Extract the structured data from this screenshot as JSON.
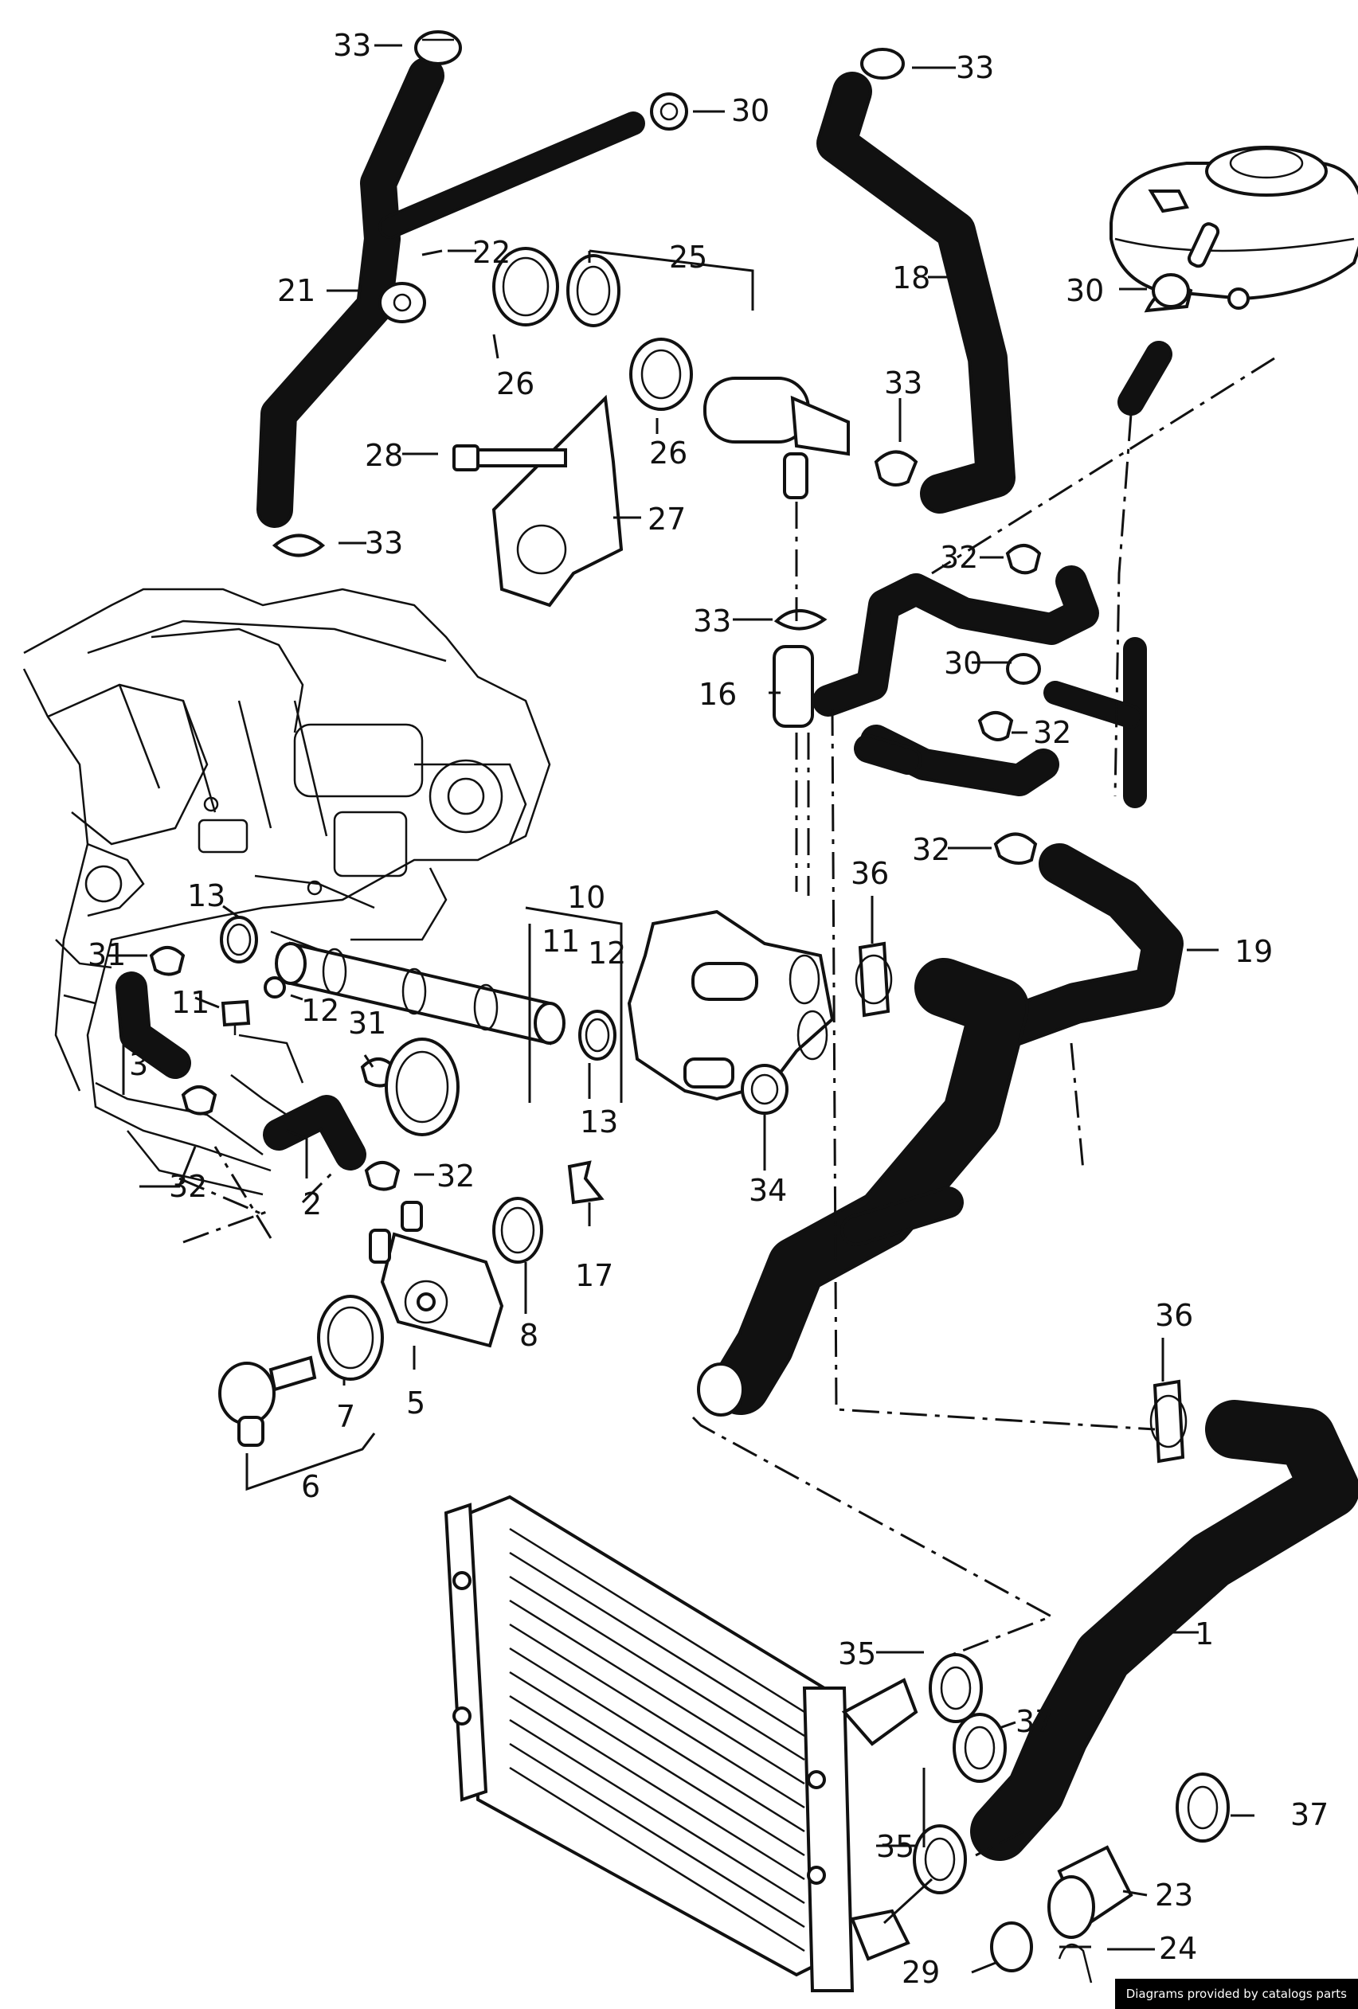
{
  "labels": {
    "l1": "1",
    "l2": "2",
    "l3": "3",
    "l5": "5",
    "l6": "6",
    "l7": "7",
    "l8": "8",
    "l10": "10",
    "l11a": "11",
    "l11b": "11",
    "l12a": "12",
    "l12b": "12",
    "l13a": "13",
    "l13b": "13",
    "l16": "16",
    "l17": "17",
    "l18": "18",
    "l19": "19",
    "l21": "21",
    "l22": "22",
    "l23": "23",
    "l24": "24",
    "l25": "25",
    "l26a": "26",
    "l26b": "26",
    "l27": "27",
    "l28": "28",
    "l29": "29",
    "l30a": "30",
    "l30b": "30",
    "l30c": "30",
    "l31a": "31",
    "l31b": "31",
    "l32a": "32",
    "l32b": "32",
    "l32c": "32",
    "l32d": "32",
    "l32e": "32",
    "l33a": "33",
    "l33b": "33",
    "l33c": "33",
    "l33d": "33",
    "l33e": "33",
    "l34": "34",
    "l35a": "35",
    "l35b": "35",
    "l36a": "36",
    "l36b": "36",
    "l37a": "37",
    "l37b": "37"
  },
  "credit": "Diagrams provided by catalogs parts"
}
